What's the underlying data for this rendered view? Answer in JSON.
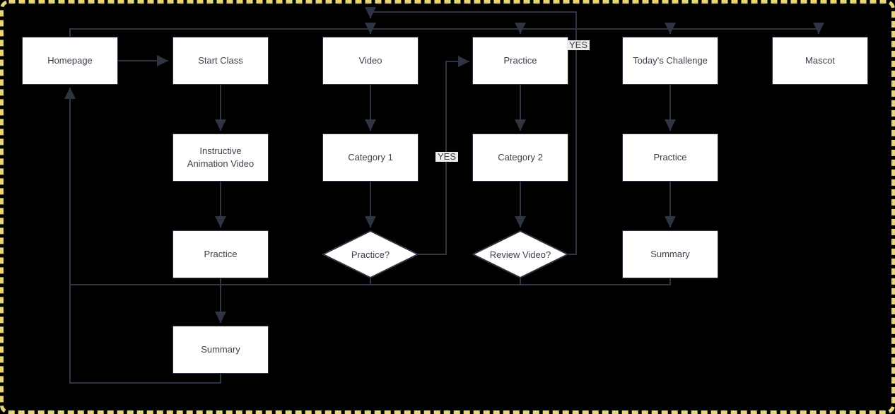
{
  "diagram": {
    "nodes": {
      "homepage": "Homepage",
      "start_class": "Start Class",
      "video": "Video",
      "practice_top": "Practice",
      "todays_challenge": "Today's Challenge",
      "mascot": "Mascot",
      "instructive_animation_video": "Instructive Animation Video",
      "category_1": "Category 1",
      "category_2": "Category 2",
      "practice_challenge": "Practice",
      "practice_class": "Practice",
      "practice_decision": "Practice?",
      "review_video_decision": "Review Video?",
      "summary_challenge": "Summary",
      "summary_class": "Summary"
    },
    "edge_labels": {
      "yes_review_video": "YES",
      "yes_practice": "YES"
    },
    "colors": {
      "canvas_background": "#000000",
      "node_fill": "#ffffff",
      "connector": "#2f3442",
      "node_text": "#3c414e",
      "selection_border": "#e5d67a",
      "edge_label_background": "#ececec"
    }
  }
}
